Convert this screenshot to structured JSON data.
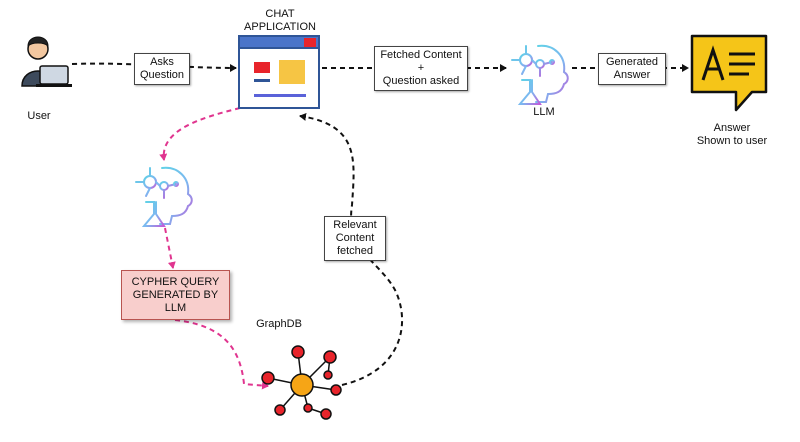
{
  "nodes": {
    "user": "User",
    "chat_app": "CHAT\nAPPLICATION",
    "llm": "LLM",
    "answer": "Answer\nShown to user",
    "cypher_query": "CYPHER QUERY\nGENERATED BY\nLLM",
    "graphdb": "GraphDB"
  },
  "edges": {
    "asks_question": "Asks\nQuestion",
    "fetched_content": "Fetched Content\n+\nQuestion asked",
    "generated_answer": "Generated\nAnswer",
    "relevant_content": "Relevant\nContent\nfetched"
  },
  "colors": {
    "black_edge": "#111111",
    "pink_edge": "#e0358f",
    "graph_node": "#e8242b",
    "graph_center": "#f6a516",
    "answer_icon": "#f5c518",
    "query_fill": "#f8cecc"
  },
  "icons": [
    "user-icon",
    "chat-window-icon",
    "ai-head-icon",
    "answer-bubble-icon",
    "graph-network-icon"
  ]
}
